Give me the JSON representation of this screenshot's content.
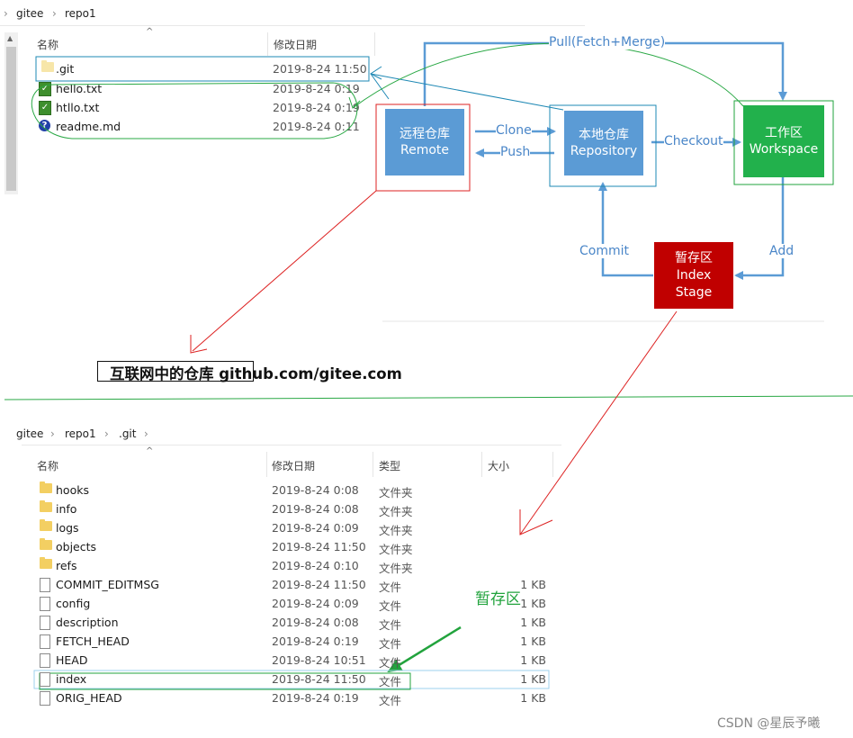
{
  "top_explorer": {
    "breadcrumb": [
      "gitee",
      "repo1"
    ],
    "headers": {
      "name": "名称",
      "modified": "修改日期"
    },
    "rows": [
      {
        "name": ".git",
        "date": "2019-8-24 11:50",
        "icon": "folder-icon"
      },
      {
        "name": "hello.txt",
        "date": "2019-8-24 0:19",
        "icon": "text-file-icon"
      },
      {
        "name": "htllo.txt",
        "date": "2019-8-24 0:19",
        "icon": "text-file-icon"
      },
      {
        "name": "readme.md",
        "date": "2019-8-24 0:11",
        "icon": "help-file-icon"
      }
    ]
  },
  "diagram": {
    "pull_label": "Pull(Fetch+Merge)",
    "remote": {
      "line1": "远程仓库",
      "line2": "Remote",
      "color": "#5b9bd5"
    },
    "clone_label": "Clone",
    "push_label": "Push",
    "repository": {
      "line1": "本地仓库",
      "line2": "Repository",
      "color": "#5b9bd5"
    },
    "checkout_label": "Checkout",
    "workspace": {
      "line1": "工作区",
      "line2": "Workspace",
      "color": "#22b14c"
    },
    "commit_label": "Commit",
    "add_label": "Add",
    "stage": {
      "line1": "暂存区",
      "line2": "Index",
      "line3": "Stage",
      "color": "#c00000"
    }
  },
  "annotation_remote": "互联网中的仓库 github.com/gitee.com",
  "annotation_stage": "暂存区",
  "bottom_explorer": {
    "breadcrumb": [
      "gitee",
      "repo1",
      ".git"
    ],
    "headers": {
      "name": "名称",
      "modified": "修改日期",
      "type": "类型",
      "size": "大小"
    },
    "rows": [
      {
        "name": "hooks",
        "date": "2019-8-24 0:08",
        "type": "文件夹",
        "size": "",
        "icon": "folder-icon"
      },
      {
        "name": "info",
        "date": "2019-8-24 0:08",
        "type": "文件夹",
        "size": "",
        "icon": "folder-icon"
      },
      {
        "name": "logs",
        "date": "2019-8-24 0:09",
        "type": "文件夹",
        "size": "",
        "icon": "folder-icon"
      },
      {
        "name": "objects",
        "date": "2019-8-24 11:50",
        "type": "文件夹",
        "size": "",
        "icon": "folder-icon"
      },
      {
        "name": "refs",
        "date": "2019-8-24 0:10",
        "type": "文件夹",
        "size": "",
        "icon": "folder-icon"
      },
      {
        "name": "COMMIT_EDITMSG",
        "date": "2019-8-24 11:50",
        "type": "文件",
        "size": "1 KB",
        "icon": "file-icon"
      },
      {
        "name": "config",
        "date": "2019-8-24 0:09",
        "type": "文件",
        "size": "1 KB",
        "icon": "file-icon"
      },
      {
        "name": "description",
        "date": "2019-8-24 0:08",
        "type": "文件",
        "size": "1 KB",
        "icon": "file-icon"
      },
      {
        "name": "FETCH_HEAD",
        "date": "2019-8-24 0:19",
        "type": "文件",
        "size": "1 KB",
        "icon": "file-icon"
      },
      {
        "name": "HEAD",
        "date": "2019-8-24 10:51",
        "type": "文件",
        "size": "1 KB",
        "icon": "file-icon"
      },
      {
        "name": "index",
        "date": "2019-8-24 11:50",
        "type": "文件",
        "size": "1 KB",
        "icon": "file-icon"
      },
      {
        "name": "ORIG_HEAD",
        "date": "2019-8-24 0:19",
        "type": "文件",
        "size": "1 KB",
        "icon": "file-icon"
      }
    ]
  },
  "watermark": "CSDN @星辰予曦"
}
